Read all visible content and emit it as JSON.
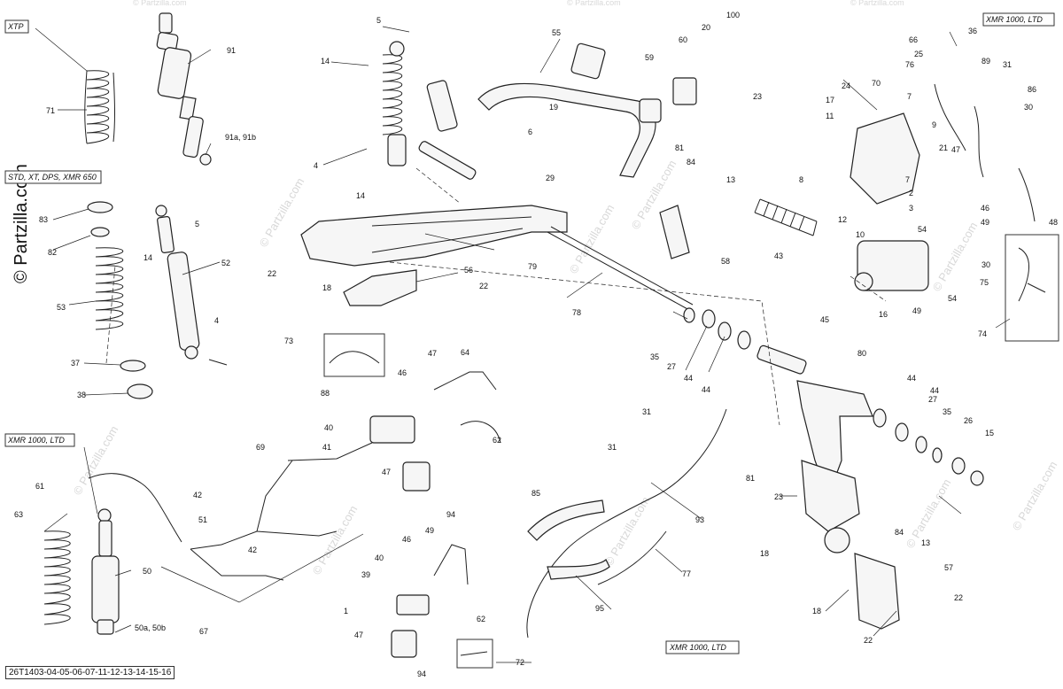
{
  "watermark": "© Partzilla.com",
  "diagram_code": "26T1403-04-05-06-07-11-12-13-14-15-16",
  "variant_tags": [
    "XTP",
    "STD, XT, DPS, XMR 650",
    "XMR 1000, LTD",
    "XMR 1000, LTD",
    "XMR 1000, LTD"
  ],
  "part_labels": [
    "5",
    "100",
    "14",
    "91",
    "55",
    "20",
    "60",
    "59",
    "36",
    "66",
    "25",
    "89",
    "76",
    "31",
    "86",
    "71",
    "30",
    "24",
    "70",
    "7",
    "17",
    "11",
    "9",
    "23",
    "6",
    "81",
    "84",
    "19",
    "91a, 91b",
    "4",
    "14",
    "13",
    "29",
    "8",
    "21",
    "47",
    "2",
    "3",
    "12",
    "10",
    "46",
    "49",
    "48",
    "7",
    "22",
    "79",
    "58",
    "78",
    "56",
    "18",
    "22",
    "53",
    "82",
    "83",
    "5",
    "14",
    "52",
    "4",
    "37",
    "38",
    "73",
    "88",
    "46",
    "47",
    "64",
    "40",
    "62",
    "41",
    "69",
    "47",
    "94",
    "63",
    "61",
    "42",
    "51",
    "42",
    "50",
    "50a, 50b",
    "67",
    "39",
    "40",
    "46",
    "49",
    "1",
    "47",
    "62",
    "72",
    "94",
    "31",
    "31",
    "93",
    "85",
    "95",
    "77",
    "45",
    "80",
    "44",
    "44",
    "27",
    "35",
    "26",
    "15",
    "35",
    "27",
    "44",
    "44",
    "81",
    "23",
    "84",
    "13",
    "18",
    "57",
    "22",
    "18",
    "22",
    "43",
    "54",
    "54",
    "16",
    "49",
    "75",
    "30",
    "74"
  ]
}
